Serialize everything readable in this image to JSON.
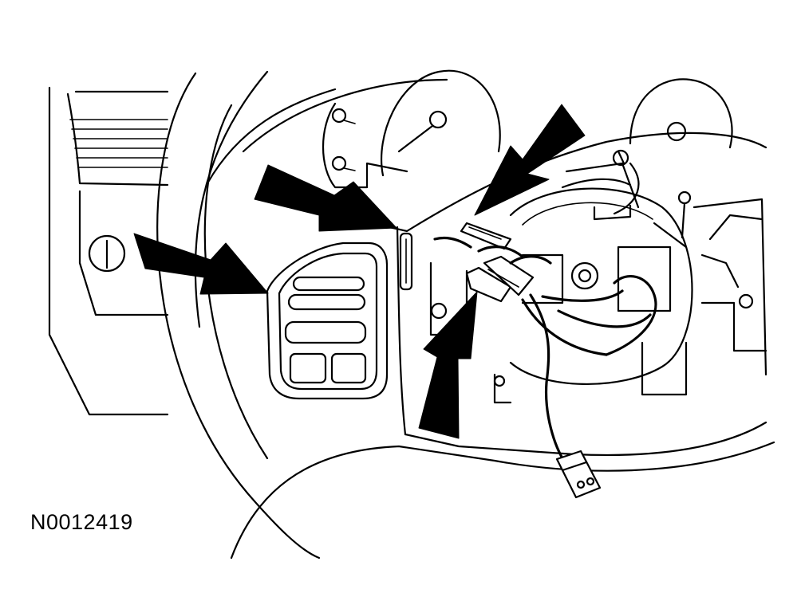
{
  "figure": {
    "id_label": "N0012419"
  },
  "arrows": [
    {
      "name": "arrow-to-switch-pad"
    },
    {
      "name": "arrow-to-clip"
    },
    {
      "name": "arrow-to-wire-retainer"
    },
    {
      "name": "arrow-to-connector"
    }
  ],
  "colors": {
    "line": "#000000",
    "background": "#ffffff"
  }
}
